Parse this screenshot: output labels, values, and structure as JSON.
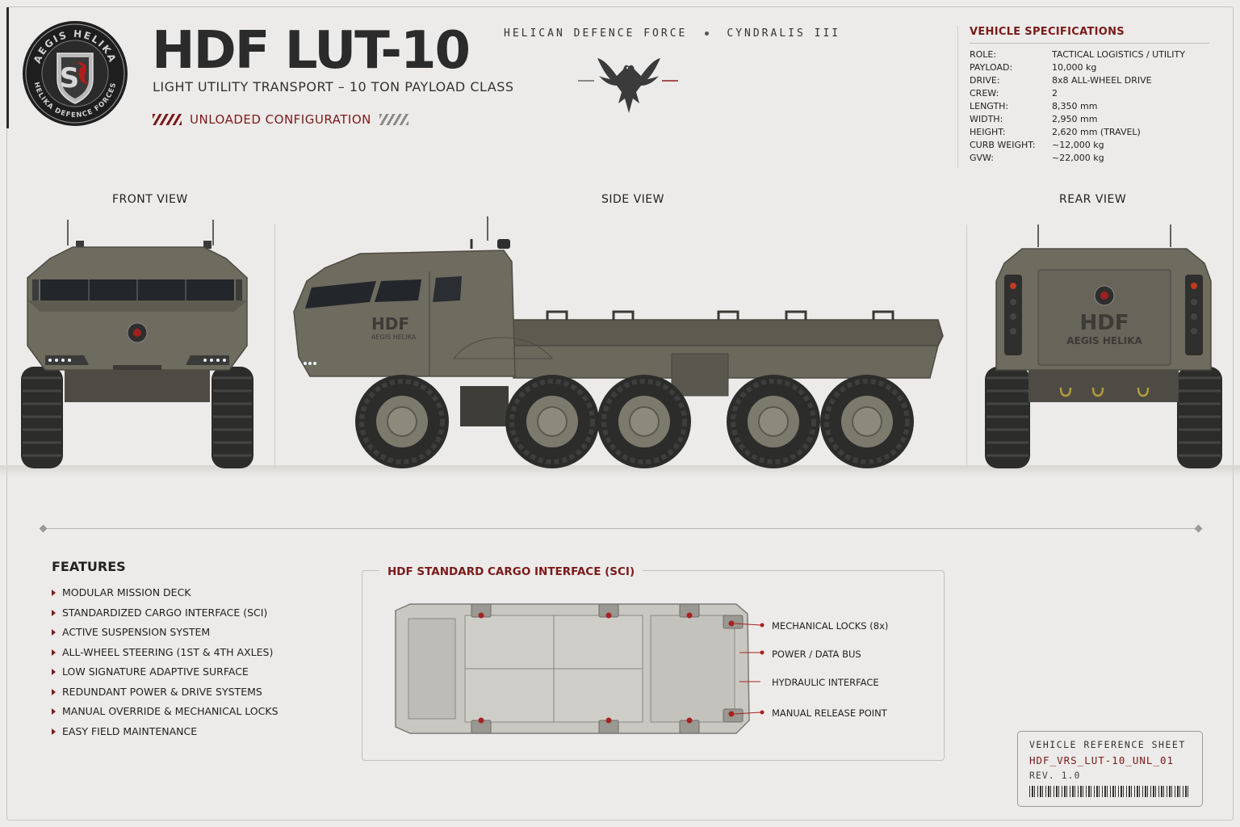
{
  "header": {
    "emblem_top": "AEGIS HELIKA",
    "emblem_bottom": "HELIKA DEFENCE FORCES",
    "emblem_letter": "S",
    "title": "HDF LUT-10",
    "subtitle": "LIGHT UTILITY TRANSPORT – 10 TON PAYLOAD CLASS",
    "configuration": "UNLOADED CONFIGURATION",
    "org_left": "HELICAN DEFENCE FORCE",
    "org_right": "CYNDRALIS III"
  },
  "specs": {
    "title": "VEHICLE SPECIFICATIONS",
    "rows": [
      {
        "k": "ROLE:",
        "v": "TACTICAL LOGISTICS / UTILITY"
      },
      {
        "k": "PAYLOAD:",
        "v": "10,000 kg"
      },
      {
        "k": "DRIVE:",
        "v": "8x8 ALL-WHEEL DRIVE"
      },
      {
        "k": "CREW:",
        "v": "2"
      },
      {
        "k": "LENGTH:",
        "v": "8,350 mm"
      },
      {
        "k": "WIDTH:",
        "v": "2,950 mm"
      },
      {
        "k": "HEIGHT:",
        "v": "2,620 mm (TRAVEL)"
      },
      {
        "k": "CURB WEIGHT:",
        "v": "~12,000 kg"
      },
      {
        "k": "GVW:",
        "v": "~22,000 kg"
      }
    ]
  },
  "views": {
    "front": "FRONT VIEW",
    "side": "SIDE VIEW",
    "rear": "REAR VIEW",
    "side_marking": "HDF",
    "side_submarking": "AEGIS HELIKA",
    "rear_marking": "HDF",
    "rear_submarking": "AEGIS HELIKA"
  },
  "features": {
    "title": "FEATURES",
    "items": [
      "MODULAR MISSION DECK",
      "STANDARDIZED CARGO INTERFACE (SCI)",
      "ACTIVE SUSPENSION SYSTEM",
      "ALL-WHEEL STEERING (1ST & 4TH AXLES)",
      "LOW SIGNATURE ADAPTIVE SURFACE",
      "REDUNDANT POWER & DRIVE SYSTEMS",
      "MANUAL OVERRIDE & MECHANICAL LOCKS",
      "EASY FIELD MAINTENANCE"
    ]
  },
  "sci": {
    "title": "HDF STANDARD CARGO INTERFACE (SCI)",
    "callouts": [
      "MECHANICAL LOCKS (8x)",
      "POWER / DATA BUS",
      "HYDRAULIC INTERFACE",
      "MANUAL RELEASE POINT"
    ]
  },
  "reference": {
    "title": "VEHICLE REFERENCE SHEET",
    "code": "HDF_VRS_LUT-10_UNL_01",
    "revision": "REV. 1.0"
  },
  "colors": {
    "accent": "#7a1a1a",
    "vehicle_body": "#6b685c",
    "background": "#ecebe9"
  }
}
